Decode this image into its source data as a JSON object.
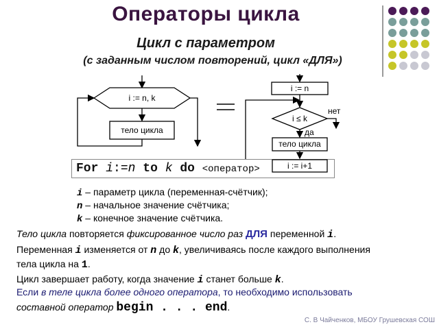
{
  "title": "Операторы цикла",
  "subtitle1": "Цикл с параметром",
  "subtitle2": "(с заданным числом повторений, цикл «ДЛЯ»)",
  "flow_left": {
    "hex_label": "i := n, k",
    "body_label": "тело цикла"
  },
  "equals_sign": "=",
  "flow_right": {
    "init_label": "i := n",
    "cond_label": "i ≤ k",
    "no_label": "нет",
    "yes_label": "да",
    "body_label": "тело цикла",
    "incr_label": "i := i+1"
  },
  "code": {
    "kw_for": "For",
    "var_i": "i",
    "assign": ":=",
    "var_n": "n",
    "kw_to": "to",
    "var_k": "k",
    "kw_do": "do",
    "operator": "<оператор>"
  },
  "desc": [
    {
      "sym": "i",
      "text": " – параметр цикла (переменная-счётчик);"
    },
    {
      "sym": "n",
      "text": " – начальное значение счётчика;"
    },
    {
      "sym": "k",
      "text": " – конечное значение счётчика."
    }
  ],
  "p1": {
    "a": "Тело цикла",
    "b": " повторяется ",
    "c": "фиксированное число раз",
    "d": " ",
    "e": "ДЛЯ",
    "f": " переменной ",
    "g": "i",
    "h": "."
  },
  "p2": {
    "a": "Переменная ",
    "b": "i",
    "c": " изменяется от ",
    "d": "n",
    "e": " до ",
    "f": "k",
    "g": ", увеличиваясь после каждого выполнения"
  },
  "p3": {
    "a": "тела цикла на ",
    "b": "1",
    "c": "."
  },
  "p4": {
    "a": "Цикл завершает работу, когда значение ",
    "b": "i",
    "c": "  станет больше ",
    "d": "k",
    "e": "."
  },
  "p5": {
    "a": "Если ",
    "b": "в теле цикла более одного оператора",
    "c": ", то необходимо использовать"
  },
  "p6": {
    "a": "составной оператор ",
    "b": "begin . . . end",
    "c": "."
  },
  "author": "С. В Чайченков, МБОУ Грушевская СОШ",
  "colors": {
    "title": "#3a1440",
    "purple_dot": "#4b1a57",
    "teal_dot": "#7a9e9a",
    "yellow_dot": "#c6c628",
    "grey_dot": "#c8c8d2"
  },
  "dot_grid": [
    [
      "purple_dot",
      "purple_dot",
      "purple_dot",
      "purple_dot"
    ],
    [
      "teal_dot",
      "teal_dot",
      "teal_dot",
      "teal_dot"
    ],
    [
      "teal_dot",
      "teal_dot",
      "teal_dot",
      "teal_dot"
    ],
    [
      "yellow_dot",
      "yellow_dot",
      "yellow_dot",
      "yellow_dot"
    ],
    [
      "yellow_dot",
      "yellow_dot",
      "grey_dot",
      "grey_dot"
    ],
    [
      "yellow_dot",
      "grey_dot",
      "grey_dot",
      "grey_dot"
    ]
  ]
}
